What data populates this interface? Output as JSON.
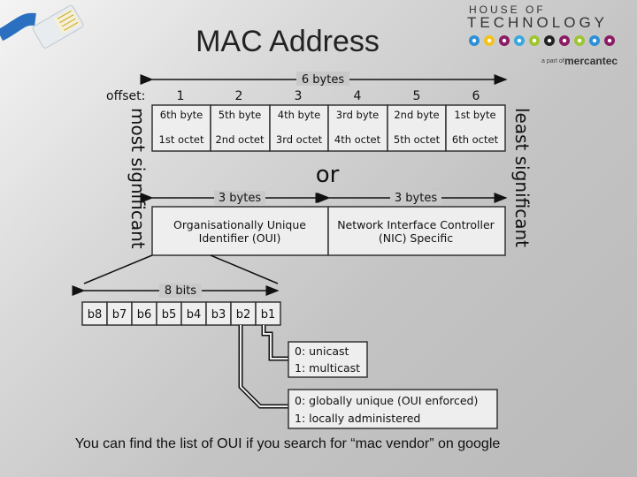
{
  "title": "MAC Address",
  "footer": "You can find the list of OUI if you search for “mac vendor” on google",
  "logo": {
    "line1": "HOUSE OF",
    "line2": "TECHNOLOGY",
    "sub": "a part of",
    "brand": "mercantec",
    "dot_colors": [
      "#2c8fd6",
      "#f4c21b",
      "#8b1c64",
      "#39a8df",
      "#9ec531",
      "#222222",
      "#8b1c64",
      "#9ec531",
      "#2c8fd6",
      "#8b1c64"
    ]
  },
  "diagram": {
    "six_bytes": "6 bytes",
    "offset_label": "offset:",
    "offsets": [
      "1",
      "2",
      "3",
      "4",
      "5",
      "6"
    ],
    "bytes_row": [
      "6th byte",
      "5th byte",
      "4th byte",
      "3rd byte",
      "2nd byte",
      "1st byte"
    ],
    "octets_row": [
      "1st octet",
      "2nd octet",
      "3rd octet",
      "4th octet",
      "5th octet",
      "6th octet"
    ],
    "most_significant": "most significant",
    "least_significant": "least significant",
    "or": "or",
    "three_bytes_left": "3 bytes",
    "three_bytes_right": "3 bytes",
    "oui_line1": "Organisationally Unique",
    "oui_line2": "Identifier (OUI)",
    "nic_line1": "Network Interface Controller",
    "nic_line2": "(NIC) Specific",
    "eight_bits": "8 bits",
    "bits": [
      "b8",
      "b7",
      "b6",
      "b5",
      "b4",
      "b3",
      "b2",
      "b1"
    ],
    "unicast": "0: unicast",
    "multicast": "1: multicast",
    "global": "0: globally unique (OUI enforced)",
    "local": "1: locally administered"
  }
}
